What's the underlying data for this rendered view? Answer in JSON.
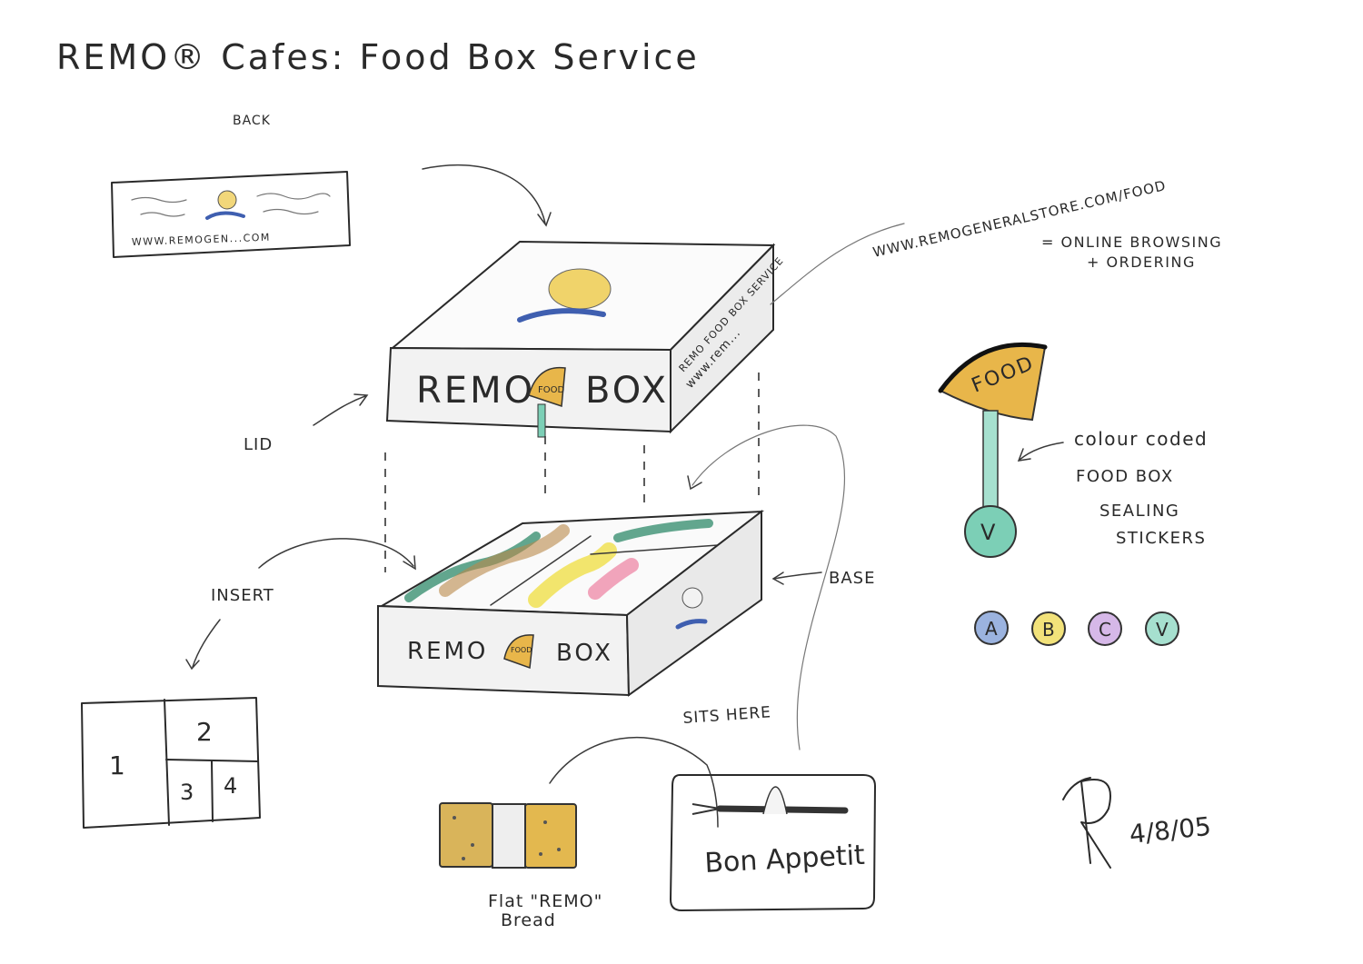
{
  "title": "REMO® Cafes: Food Box Service",
  "labels": {
    "back": "BACK",
    "lid": "LID",
    "insert": "INSERT",
    "base": "BASE",
    "sits_here": "SITS HERE",
    "url_top": "WWW.REMOGENERALSTORE.COM/FOOD",
    "online_1": "= ONLINE BROWSING",
    "online_2": "+ ORDERING",
    "colour_1": "colour coded",
    "colour_2": "FOOD BOX",
    "colour_3": "SEALING",
    "colour_4": "STICKERS",
    "bread_1": "Flat \"REMO\"",
    "bread_2": "Bread",
    "bon_appetit": "Bon Appetit",
    "date": "4/8/05"
  },
  "card": {
    "url": "WWW.REMOGEN...COM"
  },
  "lid": {
    "front_left": "REMO",
    "front_right": "BOX",
    "sticker_word": "FOOD",
    "side_line_1": "REMO FOOD BOX SERVICE",
    "side_line_2": "www.rem..."
  },
  "base": {
    "front_left": "REMO",
    "front_right": "BOX",
    "sticker_word": "FOOD"
  },
  "insert_layout": {
    "cells": [
      "1",
      "2",
      "3",
      "4"
    ]
  },
  "sticker": {
    "word": "FOOD",
    "tip": "V"
  },
  "circles": [
    {
      "letter": "A",
      "color": "#9bb3df"
    },
    {
      "letter": "B",
      "color": "#f2e27a"
    },
    {
      "letter": "C",
      "color": "#d6b8e8"
    },
    {
      "letter": "V",
      "color": "#a6e0cf"
    }
  ],
  "colors": {
    "ochre": "#e8b64a",
    "green": "#2f8a6a",
    "brown": "#b9894a",
    "yellow": "#f0e04a",
    "pink": "#ec7fa0",
    "teal": "#7ccfb6",
    "blue": "#3f5fb0"
  }
}
